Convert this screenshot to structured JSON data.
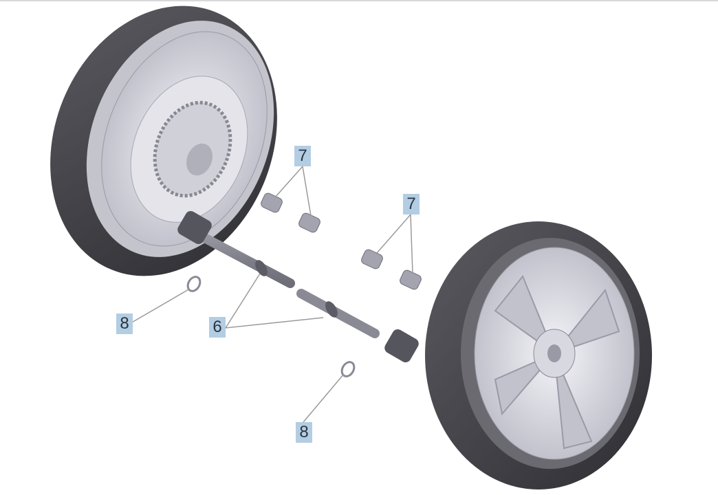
{
  "diagram": {
    "callouts": [
      {
        "id": "c7a",
        "label": "7"
      },
      {
        "id": "c7b",
        "label": "7"
      },
      {
        "id": "c8a",
        "label": "8"
      },
      {
        "id": "c6",
        "label": "6"
      },
      {
        "id": "c8b",
        "label": "8"
      }
    ],
    "colors": {
      "callout_bg": "#b3cde3",
      "tire": "#4a4a4f",
      "rim": "#d9d9e1",
      "leader": "#9a9a9a"
    }
  }
}
